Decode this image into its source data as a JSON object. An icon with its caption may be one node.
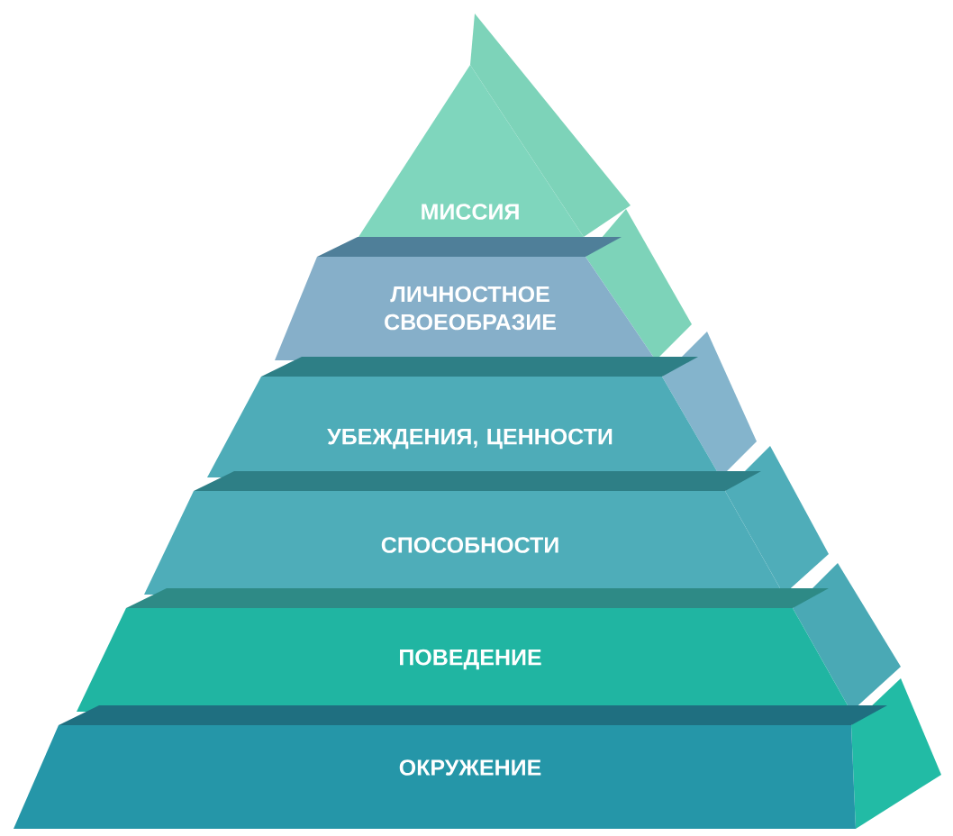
{
  "diagram": {
    "nodes": [
      {
        "text": [
          "МИССИЯ"
        ]
      },
      {
        "text": [
          "ЛИЧНОСТНОЕ СВОЕОБРАЗИЕ"
        ]
      },
      {
        "text": [
          "УБЕЖДЕНИЯ, ЦЕННОСТИ"
        ]
      },
      {
        "text": [
          "СПОСОБНОСТИ"
        ]
      },
      {
        "text": [
          "ПОВЕДЕНИЕ"
        ]
      },
      {
        "text": [
          "ОКРУЖЕНИЕ"
        ]
      }
    ]
  }
}
